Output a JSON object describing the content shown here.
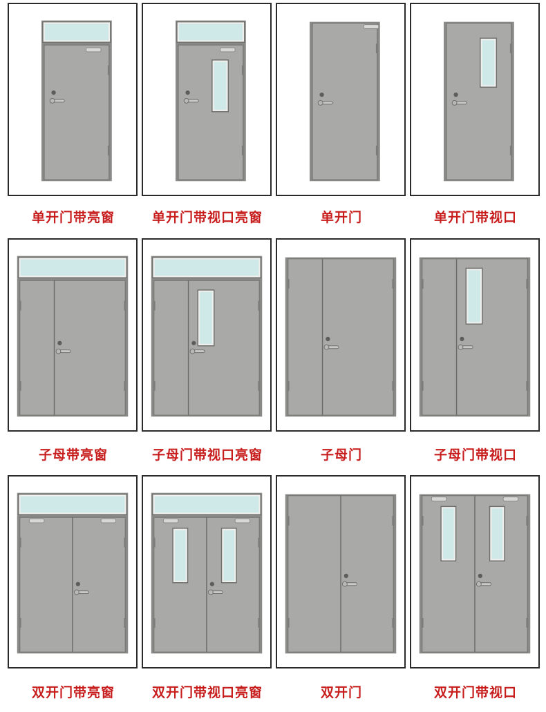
{
  "colors": {
    "caption": "#c81d1d",
    "door": "#a9aaa7",
    "frame": "#8a8b88",
    "glass": "#cfe8e8",
    "border": "#2a2a2a"
  },
  "doors": [
    {
      "id": "single-transom",
      "caption": "单开门带亮窗",
      "type": "single",
      "transom": true,
      "vision": false
    },
    {
      "id": "single-vision-transom",
      "caption": "单开门带视口亮窗",
      "type": "single",
      "transom": true,
      "vision": true
    },
    {
      "id": "single",
      "caption": "单开门",
      "type": "single",
      "transom": false,
      "vision": false
    },
    {
      "id": "single-vision",
      "caption": "单开门带视口",
      "type": "single",
      "transom": false,
      "vision": true
    },
    {
      "id": "mother-son-transom",
      "caption": "子母带亮窗",
      "type": "mother",
      "transom": true,
      "vision": false
    },
    {
      "id": "mother-son-vision-transom",
      "caption": "子母门带视口亮窗",
      "type": "mother",
      "transom": true,
      "vision": true
    },
    {
      "id": "mother-son",
      "caption": "子母门",
      "type": "mother",
      "transom": false,
      "vision": false
    },
    {
      "id": "mother-son-vision",
      "caption": "子母门带视口",
      "type": "mother",
      "transom": false,
      "vision": true
    },
    {
      "id": "double-transom",
      "caption": "双开门带亮窗",
      "type": "double",
      "transom": true,
      "vision": false
    },
    {
      "id": "double-vision-transom",
      "caption": "双开门带视口亮窗",
      "type": "double",
      "transom": true,
      "vision": true
    },
    {
      "id": "double",
      "caption": "双开门",
      "type": "double",
      "transom": false,
      "vision": false
    },
    {
      "id": "double-vision",
      "caption": "双开门带视口",
      "type": "double",
      "transom": false,
      "vision": true
    }
  ]
}
